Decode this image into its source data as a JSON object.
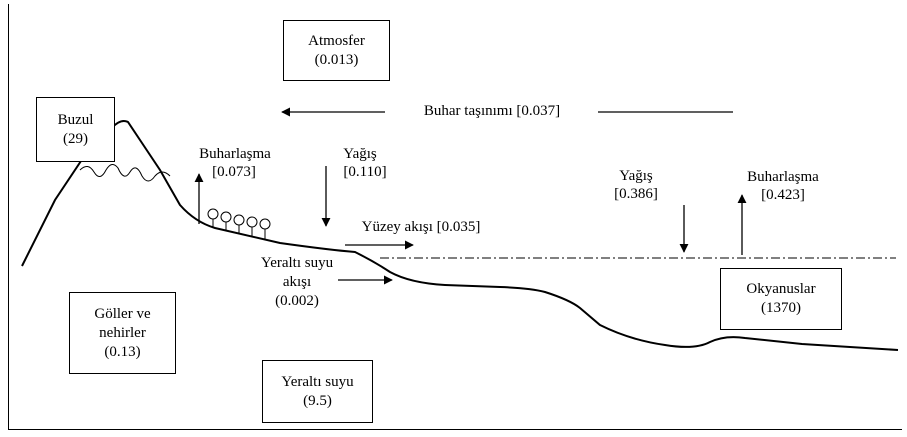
{
  "reservoirs": {
    "atmosphere": {
      "name": "Atmosfer",
      "value": "(0.013)"
    },
    "glacier": {
      "name": "Buzul",
      "value": "(29)"
    },
    "lakes": {
      "line1": "Göller ve",
      "line2": "nehirler",
      "value": "(0.13)"
    },
    "groundwater": {
      "name": "Yeraltı suyu",
      "value": "(9.5)"
    },
    "oceans": {
      "name": "Okyanuslar",
      "value": "(1370)"
    }
  },
  "fluxes": {
    "vapor_transport": "Buhar taşınımı [0.037]",
    "land_evaporation": {
      "name": "Buharlaşma",
      "value": "[0.073]"
    },
    "land_precipitation": {
      "name": "Yağış",
      "value": "[0.110]"
    },
    "surface_runoff": "Yüzey akışı [0.035]",
    "groundwater_flow": {
      "line1": "Yeraltı suyu",
      "line2": "akışı",
      "value": "(0.002)"
    },
    "ocean_precipitation": {
      "name": "Yağış",
      "value": "[0.386]"
    },
    "ocean_evaporation": {
      "name": "Buharlaşma",
      "value": "[0.423]"
    }
  }
}
